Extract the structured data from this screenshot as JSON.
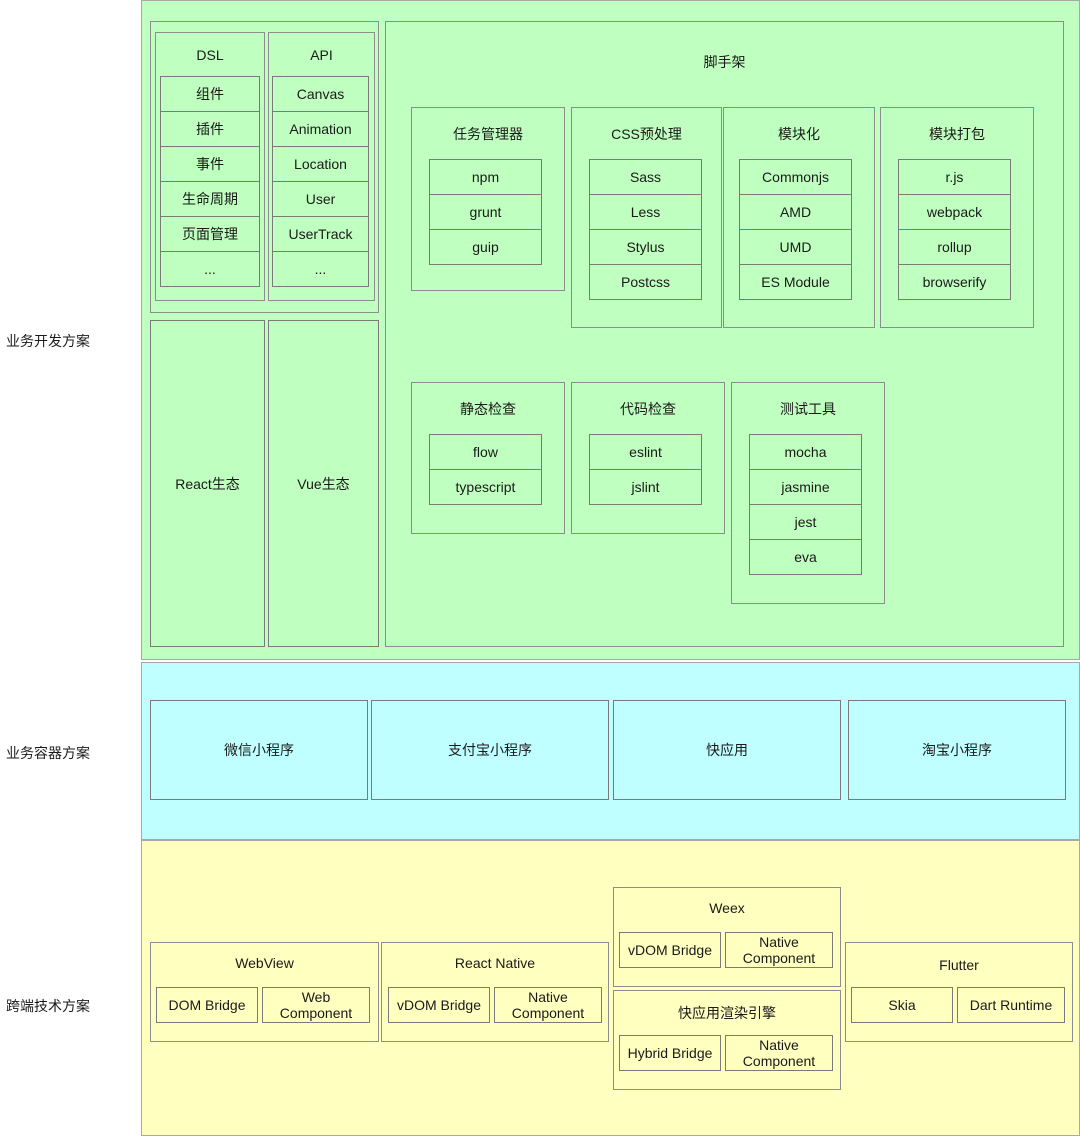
{
  "rows": {
    "dev": "业务开发方案",
    "container": "业务容器方案",
    "cross": "跨端技术方案"
  },
  "colors": {
    "dev_bg": "#bfffbf",
    "container_bg": "#bfffff",
    "cross_bg": "#ffffbf",
    "border": "#8d8d8d"
  },
  "dsl": {
    "title": "DSL",
    "items": [
      "组件",
      "插件",
      "事件",
      "生命周期",
      "页面管理",
      "..."
    ]
  },
  "api": {
    "title": "API",
    "items": [
      "Canvas",
      "Animation",
      "Location",
      "User",
      "UserTrack",
      "..."
    ]
  },
  "ecosystems": {
    "react": "React生态",
    "vue": "Vue生态"
  },
  "scaffold": {
    "title": "脚手架",
    "task": {
      "title": "任务管理器",
      "items": [
        "npm",
        "grunt",
        "guip"
      ]
    },
    "css": {
      "title": "CSS预处理",
      "items": [
        "Sass",
        "Less",
        "Stylus",
        "Postcss"
      ]
    },
    "module": {
      "title": "模块化",
      "items": [
        "Commonjs",
        "AMD",
        "UMD",
        "ES Module"
      ]
    },
    "bundle": {
      "title": "模块打包",
      "items": [
        "r.js",
        "webpack",
        "rollup",
        "browserify"
      ]
    },
    "static": {
      "title": "静态检查",
      "items": [
        "flow",
        "typescript"
      ]
    },
    "lint": {
      "title": "代码检查",
      "items": [
        "eslint",
        "jslint"
      ]
    },
    "test": {
      "title": "测试工具",
      "items": [
        "mocha",
        "jasmine",
        "jest",
        "eva"
      ]
    }
  },
  "containers": [
    "微信小程序",
    "支付宝小程序",
    "快应用",
    "淘宝小程序"
  ],
  "cross": {
    "webview": {
      "title": "WebView",
      "a": "DOM Bridge",
      "b": "Web\nComponent"
    },
    "rn": {
      "title": "React Native",
      "a": "vDOM Bridge",
      "b": "Native\nComponent"
    },
    "weex": {
      "title": "Weex",
      "a": "vDOM Bridge",
      "b": "Native\nComponent"
    },
    "quickapp": {
      "title": "快应用渲染引擎",
      "a": "Hybrid Bridge",
      "b": "Native\nComponent"
    },
    "flutter": {
      "title": "Flutter",
      "a": "Skia",
      "b": "Dart Runtime"
    }
  }
}
